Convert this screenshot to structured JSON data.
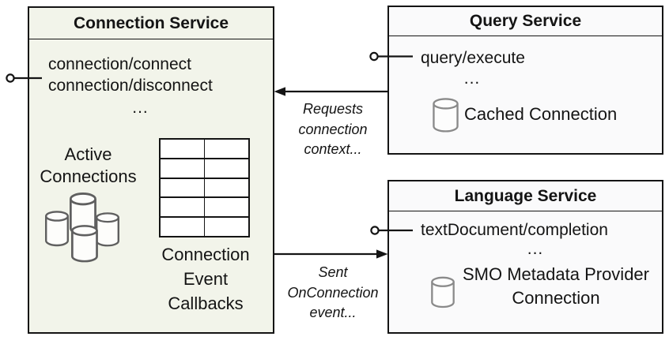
{
  "connection_service": {
    "title": "Connection Service",
    "methods": [
      "connection/connect",
      "connection/disconnect"
    ],
    "ellipsis": "...",
    "active_connections_label": "Active Connections",
    "callbacks_label": "Connection Event Callbacks"
  },
  "query_service": {
    "title": "Query Service",
    "method": "query/execute",
    "ellipsis": "...",
    "connection_label": "Cached Connection"
  },
  "language_service": {
    "title": "Language Service",
    "method": "textDocument/completion",
    "ellipsis": "...",
    "connection_label": "SMO Metadata Provider Connection"
  },
  "arrows": {
    "requests_label": "Requests connection context...",
    "sent_label": "Sent OnConnection event..."
  },
  "icons": {
    "database_cluster": "database-cluster-icon",
    "database": "database-icon",
    "lollipop": "provided-interface-icon",
    "arrow": "dependency-arrow"
  },
  "colors": {
    "connection_box_fill": "#f2f4ea",
    "service_box_fill": "#fafafb",
    "border": "#141414",
    "cluster_cylinder_stroke": "#5f5f5f",
    "single_cylinder_stroke": "#8a8a8a"
  }
}
